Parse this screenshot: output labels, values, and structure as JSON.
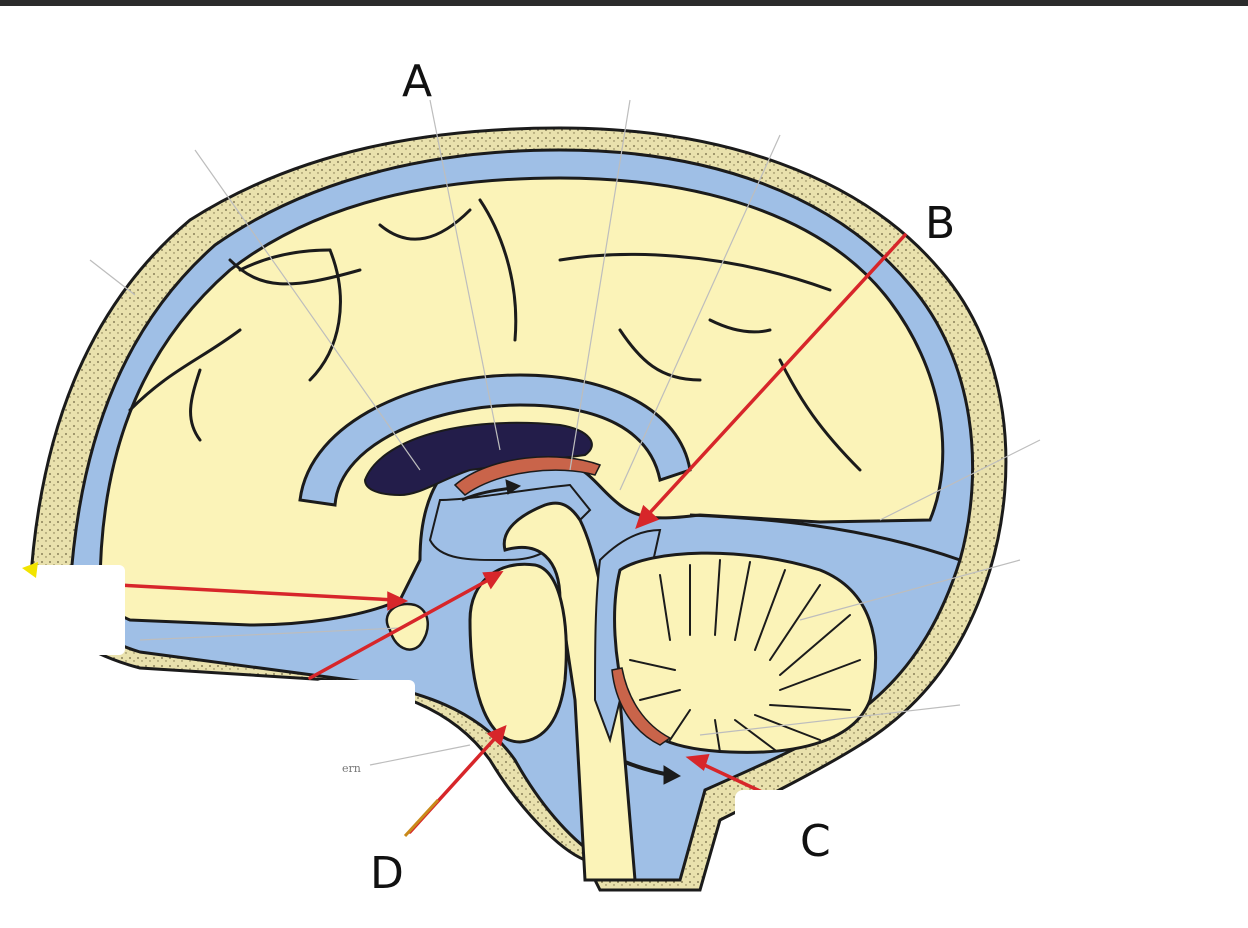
{
  "labels": {
    "a": "A",
    "b": "B",
    "c": "C",
    "d": "D",
    "small_fragment": "ern"
  },
  "colors": {
    "brain": "#fbf3b8",
    "csf": "#9fbfe6",
    "skull": "#ece4b3",
    "outline": "#1b1b1b",
    "ventricle_dark": "#231d4a",
    "choroid": "#c9644a",
    "pointer": "#d7262a",
    "highlight": "#f2e400"
  }
}
